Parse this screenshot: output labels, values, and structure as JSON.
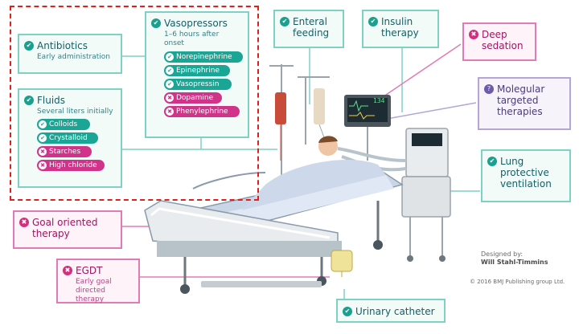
{
  "antibiotics": {
    "title": "Antibiotics",
    "sub": "Early administration",
    "icon": "check-icon"
  },
  "fluids": {
    "title": "Fluids",
    "sub": "Several liters initially",
    "items": [
      {
        "label": "Colloids",
        "status": "ok"
      },
      {
        "label": "Crystalloid",
        "status": "ok"
      },
      {
        "label": "Starches",
        "status": "no"
      },
      {
        "label": "High chloride",
        "status": "no"
      }
    ]
  },
  "vasopressors": {
    "title": "Vasopressors",
    "sub1": "1–6 hours after",
    "sub2": "onset",
    "items": [
      {
        "label": "Norepinephrine",
        "status": "ok"
      },
      {
        "label": "Epinephrine",
        "status": "ok"
      },
      {
        "label": "Vasopressin",
        "status": "ok"
      },
      {
        "label": "Dopamine",
        "status": "no"
      },
      {
        "label": "Phenylephrine",
        "status": "no"
      }
    ]
  },
  "enteral": {
    "line1": "Enteral",
    "line2": "feeding"
  },
  "insulin": {
    "line1": "Insulin",
    "line2": "therapy"
  },
  "sedation": {
    "line1": "Deep",
    "line2": "sedation"
  },
  "molecular": {
    "line1": "Molegular",
    "line2": "targeted",
    "line3": "therapies"
  },
  "lung": {
    "line1": "Lung",
    "line2": "protective",
    "line3": "ventilation"
  },
  "goal": {
    "line1": "Goal oriented",
    "line2": "therapy"
  },
  "egdt": {
    "title": "EGDT",
    "sub1": "Early goal directed",
    "sub2": "therapy"
  },
  "urinary": {
    "title": "Urinary catheter"
  },
  "monitor": {
    "value": "134"
  },
  "credit": {
    "line1": "Designed by:",
    "line2": "Will Stahl-Timmins",
    "line3": "© 2016 BMJ Publishing group Ltd."
  },
  "colors": {
    "teal": "#19a08f",
    "pink": "#d1307f",
    "purple": "#6d5aa8",
    "highlight": "#e0201c"
  }
}
